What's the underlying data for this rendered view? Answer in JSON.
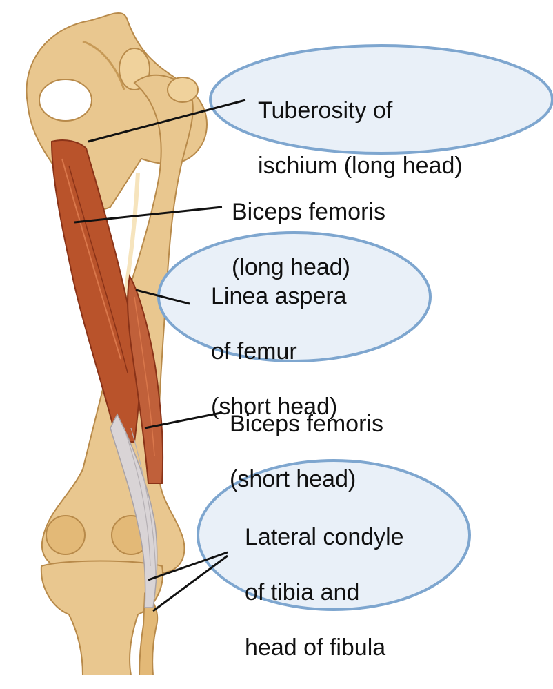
{
  "colors": {
    "bone": "#e9c78f",
    "bone_shadow": "#c79a57",
    "bone_highlight": "#f6e4bd",
    "muscle": "#b9532b",
    "muscle_dark": "#8a3318",
    "tendon": "#d9d4d6",
    "callout_fill": "#e9f0f8",
    "callout_stroke": "#7ea6cf",
    "leader_line": "#111111"
  },
  "labels": {
    "origin_long": {
      "line1": "Tuberosity of",
      "line2": "ischium (long head)"
    },
    "muscle_long": {
      "line1": "Biceps femoris",
      "line2": "(long head)"
    },
    "origin_short": {
      "line1": "Linea aspera",
      "line2": "of femur",
      "line3": "(short head)"
    },
    "muscle_short": {
      "line1": "Biceps femoris",
      "line2": "(short head)"
    },
    "insertion": {
      "line1": "Lateral condyle",
      "line2": "of tibia and",
      "line3": "head of fibula"
    }
  }
}
